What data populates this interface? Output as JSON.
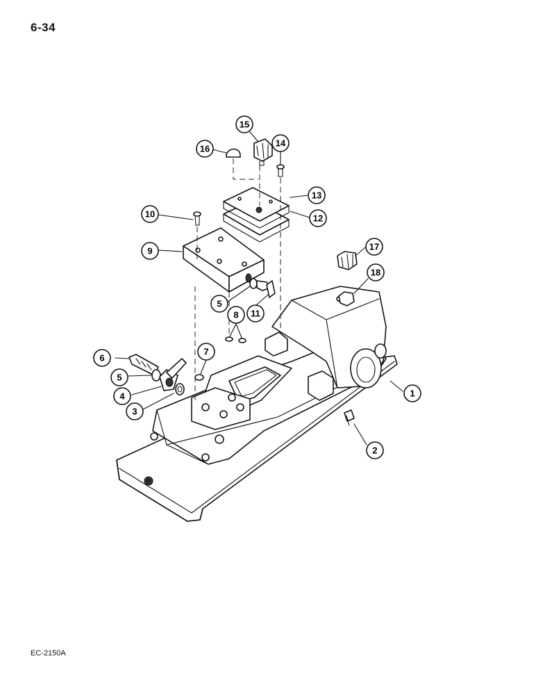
{
  "header": {
    "page_number": "6-34"
  },
  "footer": {
    "figure_code": "EC-2150A"
  },
  "callouts": [
    {
      "id": "c1",
      "label": "1"
    },
    {
      "id": "c2",
      "label": "2"
    },
    {
      "id": "c3",
      "label": "3"
    },
    {
      "id": "c4",
      "label": "4"
    },
    {
      "id": "c5a",
      "label": "5"
    },
    {
      "id": "c5b",
      "label": "5"
    },
    {
      "id": "c6",
      "label": "6"
    },
    {
      "id": "c7",
      "label": "7"
    },
    {
      "id": "c8",
      "label": "8"
    },
    {
      "id": "c9",
      "label": "9"
    },
    {
      "id": "c10",
      "label": "10"
    },
    {
      "id": "c11",
      "label": "11"
    },
    {
      "id": "c12",
      "label": "12"
    },
    {
      "id": "c13",
      "label": "13"
    },
    {
      "id": "c14",
      "label": "14"
    },
    {
      "id": "c15",
      "label": "15"
    },
    {
      "id": "c16",
      "label": "16"
    },
    {
      "id": "c17",
      "label": "17"
    },
    {
      "id": "c18",
      "label": "18"
    }
  ]
}
